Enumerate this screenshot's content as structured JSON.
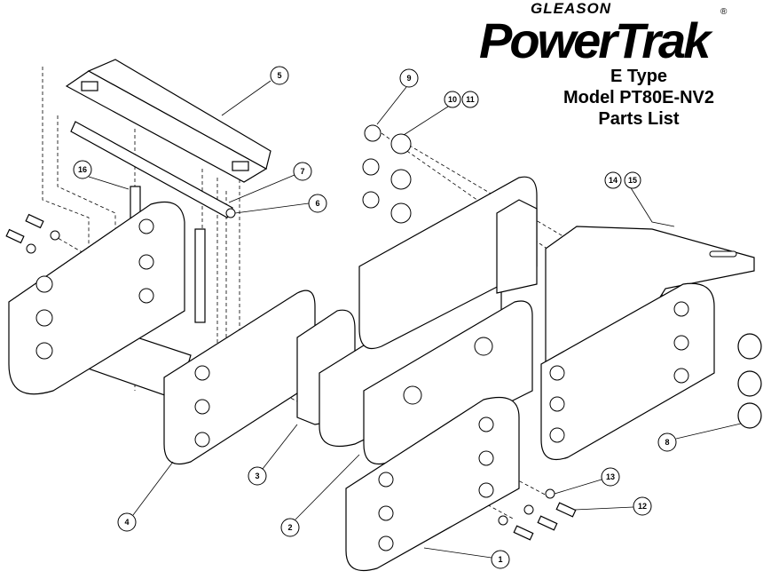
{
  "logo": {
    "brand": "GLEASON",
    "name": "PowerTrak",
    "registered": "®"
  },
  "title": {
    "line1": "E Type",
    "line2": "Model PT80E-NV2",
    "line3": "Parts List"
  },
  "callouts": [
    "1",
    "2",
    "3",
    "4",
    "5",
    "6",
    "7",
    "8",
    "9",
    "10",
    "11",
    "12",
    "13",
    "14",
    "15",
    "16"
  ]
}
